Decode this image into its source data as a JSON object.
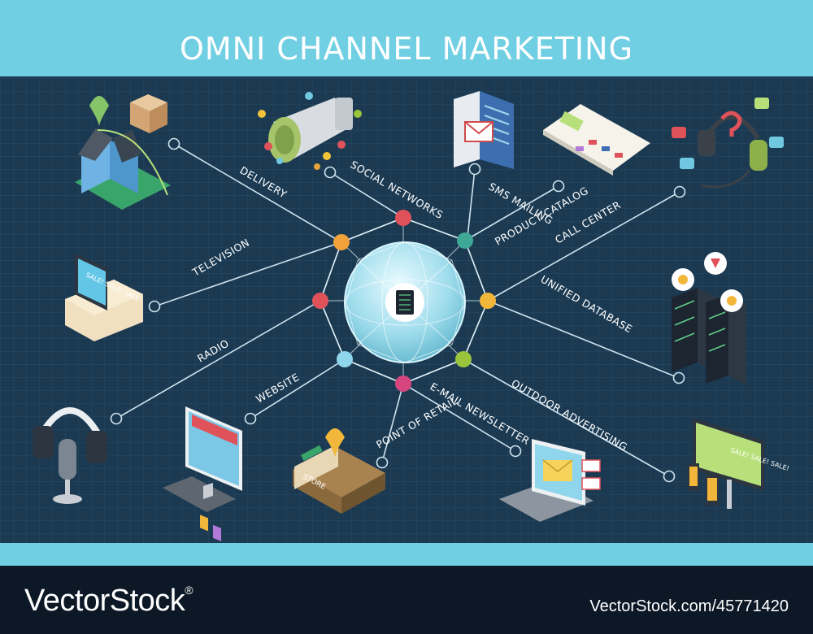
{
  "title": "OMNI CHANNEL MARKETING",
  "channels": [
    {
      "id": "delivery",
      "label": "DELIVERY"
    },
    {
      "id": "social-networks",
      "label": "SOCIAL NETWORKS"
    },
    {
      "id": "sms-mailing",
      "label": "SMS MAILING"
    },
    {
      "id": "product-catalog",
      "label": "PRODUCT CATALOG"
    },
    {
      "id": "call-center",
      "label": "CALL CENTER"
    },
    {
      "id": "television",
      "label": "TELEVISION"
    },
    {
      "id": "unified-database",
      "label": "UNIFIED DATABASE"
    },
    {
      "id": "radio",
      "label": "RADIO"
    },
    {
      "id": "website",
      "label": "WEBSITE"
    },
    {
      "id": "outdoor-advertising",
      "label": "OUTDOOR ADVERTISING"
    },
    {
      "id": "point-of-retail",
      "label": "POINT OF RETAIL"
    },
    {
      "id": "email-newsletter",
      "label": "E-MAIL NEWSLETTER"
    }
  ],
  "icon_texts": {
    "tv_screen": "SALE! SALE! SALE!",
    "store_sign": "STORE",
    "billboard": "SALE! SALE! SALE!"
  },
  "footer": {
    "brand": "VectorStock",
    "registered": "®",
    "stock_id": "VectorStock.com/45771420"
  },
  "colors": {
    "band": "#71cfe3",
    "board": "#1b3a52",
    "grid": "#2b4d66",
    "line": "#cfe3ee",
    "sphere": "#a9e4f2",
    "footer": "#0d1826"
  }
}
